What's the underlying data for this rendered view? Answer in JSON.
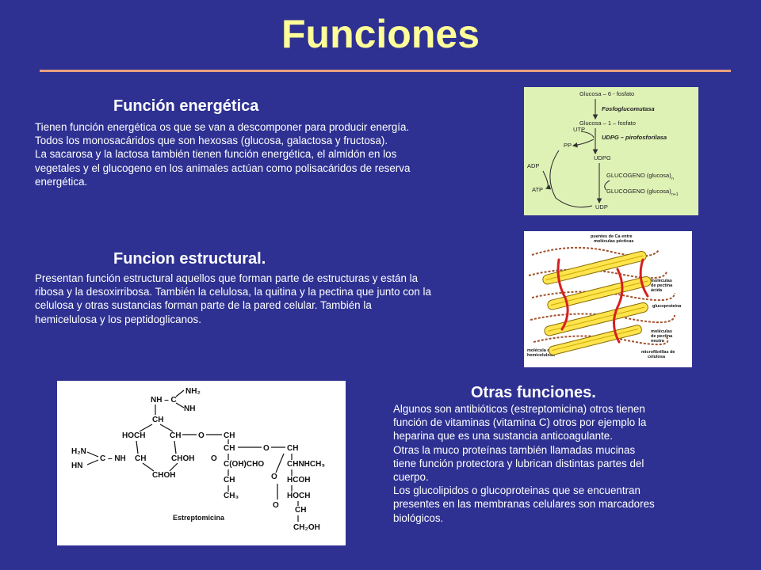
{
  "title": "Funciones",
  "energetica": {
    "heading": "Función energética",
    "lines": [
      "Tienen función energética os que se van a descomponer para producir energía.",
      "Todos los monosacáridos que son hexosas (glucosa, galactosa y fructosa).",
      "La sacarosa y la lactosa también tienen función energética, el almidón en los",
      "vegetales y el glucogeno en los animales actúan como polisacáridos de reserva",
      "energética."
    ]
  },
  "estructural": {
    "heading": "Funcion estructural.",
    "lines": [
      "Presentan función estructural aquellos que forman parte de estructuras y están la",
      "ribosa y la desoxirribosa. También la celulosa, la quitina y la pectina que junto con la",
      "celulosa y otras sustancias forman parte de la pared celular. También la",
      "hemicelulosa y los peptidoglicanos."
    ]
  },
  "otras": {
    "heading": "Otras funciones.",
    "lines": [
      "Algunos son antibióticos (estreptomicina) otros tienen",
      "función de vitaminas (vitamina C) otros por ejemplo la",
      "heparina que es una sustancia anticoagulante.",
      "Otras  la muco proteínas también llamadas mucinas",
      "tiene función protectora y lubrican distintas partes del",
      "cuerpo.",
      "Los glucolipidos o glucoproteinas que se encuentran",
      "presentes en las membranas celulares son marcadores",
      "biológicos."
    ]
  },
  "metab_diagram": {
    "glucosa6": "Glucosa – 6 - fosfato",
    "fosfoglucomutasa": "Fosfoglucomutasa",
    "glucosa1": "Glucosa – 1 – fosfato",
    "utp": "UTP",
    "udpg_enzyme": "UDPG – pirofosforilasa",
    "pp": "PP",
    "udpg": "UDPG",
    "adp": "ADP",
    "glucogeno_n": "GLUCOGENO (glucosa)",
    "sub_n": "n",
    "atp": "ATP",
    "glucogeno_n1": "GLUCOGENO (glucosa)",
    "sub_n1": "n+1",
    "udp": "UDP"
  },
  "cell_diagram": {
    "puentes_1": "puentes de Ca entre",
    "puentes_2": "moléculas pécticas",
    "acida_1": "moléculas",
    "acida_2": "de pectina",
    "acida_3": "ácida",
    "glucoproteina": "glucoproteína",
    "neutra_1": "moléculas",
    "neutra_2": "de pectina",
    "neutra_3": "neutra",
    "micro_1": "microfibrillas de",
    "micro_2": "celulosa",
    "hemi_1": "molécula de",
    "hemi_2": "hemicelulosa"
  },
  "strep": {
    "name": "Estreptomicina",
    "nh2_top": "NH₂",
    "nh_c": "NH – C",
    "nh_double": "NH",
    "ch_1": "CH",
    "hoch": "HOCH",
    "ch_ring": "CH",
    "o_link1": "O",
    "ch_2": "CH",
    "h2n": "H₂N",
    "hn": "HN",
    "c_nh": "C – NH",
    "ch_3": "CH",
    "choh_1": "CHOH",
    "o_ring": "O",
    "ch_4": "CH",
    "o_link2": "O",
    "ch_5": "CH",
    "choh_2": "CHOH",
    "cohcho": "C(OH)CHO",
    "chnhch3": "CHNHCH₃",
    "ch_6": "CH",
    "o_ring2": "O",
    "hcoh": "HCOH",
    "ch3": "CH₃",
    "o_ring3": "O",
    "hoch_2": "HOCH",
    "ch_7": "CH",
    "ch2oh": "CH₂OH"
  },
  "colors": {
    "background": "#2e3192",
    "title": "#ffff99",
    "rule": "#e8a080"
  }
}
